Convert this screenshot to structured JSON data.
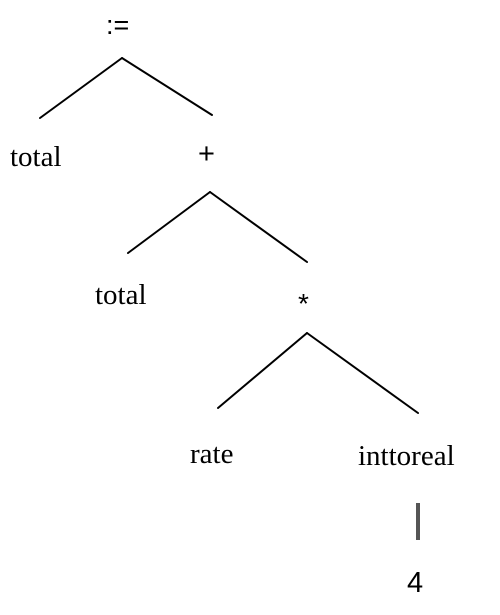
{
  "tree": {
    "root": {
      "label": ":=",
      "children": {
        "left": {
          "label": "total"
        },
        "right": {
          "label": "+",
          "children": {
            "left": {
              "label": "total"
            },
            "right": {
              "label": "*",
              "children": {
                "left": {
                  "label": "rate"
                },
                "right": {
                  "label": "inttoreal",
                  "children": {
                    "only": {
                      "label": "4"
                    }
                  }
                }
              }
            }
          }
        }
      }
    }
  },
  "colors": {
    "text": "#000000",
    "edge": "#000000",
    "edge_vertical": "#555555",
    "background": "#ffffff"
  }
}
